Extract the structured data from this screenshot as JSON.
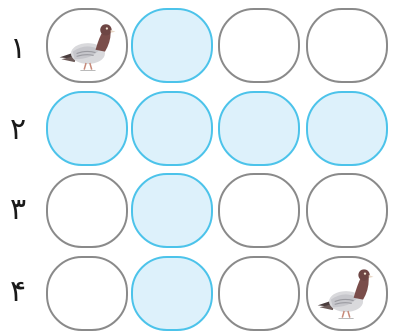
{
  "grid": {
    "rows": [
      {
        "label": "۱",
        "cells": [
          {
            "highlighted": false,
            "contents": "pigeon-icon"
          },
          {
            "highlighted": true,
            "contents": ""
          },
          {
            "highlighted": false,
            "contents": ""
          },
          {
            "highlighted": false,
            "contents": ""
          }
        ]
      },
      {
        "label": "۲",
        "cells": [
          {
            "highlighted": true,
            "contents": ""
          },
          {
            "highlighted": true,
            "contents": ""
          },
          {
            "highlighted": true,
            "contents": ""
          },
          {
            "highlighted": true,
            "contents": ""
          }
        ]
      },
      {
        "label": "۳",
        "cells": [
          {
            "highlighted": false,
            "contents": ""
          },
          {
            "highlighted": true,
            "contents": ""
          },
          {
            "highlighted": false,
            "contents": ""
          },
          {
            "highlighted": false,
            "contents": ""
          }
        ]
      },
      {
        "label": "۴",
        "cells": [
          {
            "highlighted": false,
            "contents": ""
          },
          {
            "highlighted": true,
            "contents": ""
          },
          {
            "highlighted": false,
            "contents": ""
          },
          {
            "highlighted": false,
            "contents": "pigeon-icon"
          }
        ]
      }
    ]
  },
  "colors": {
    "highlight_fill": "#ddf1fb",
    "highlight_border": "#4cc3ea",
    "default_border": "#8a8a8a"
  }
}
